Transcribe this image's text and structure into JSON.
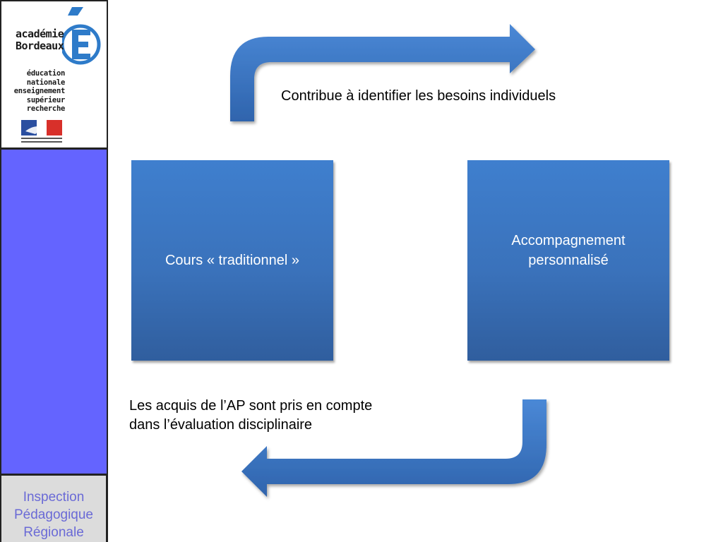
{
  "sidebar": {
    "logo": {
      "line1": "académie",
      "line2": "Bordeaux",
      "lines": [
        "éducation",
        "nationale",
        "enseignement",
        "supérieur",
        "recherche"
      ]
    },
    "footer": [
      "Inspection",
      "Pédagogique",
      "Régionale"
    ]
  },
  "diagram": {
    "box_left": "Cours « traditionnel »",
    "box_right": "Accompagnement personnalisé",
    "caption_top": "Contribue à identifier les besoins individuels",
    "caption_bottom_line1": "Les acquis de l’AP sont pris en compte",
    "caption_bottom_line2": "dans l’évaluation disciplinaire"
  },
  "colors": {
    "sidebar_blue": "#6464ff",
    "box_blue": "#3a72bb",
    "arrow_blue": "#3d78c6",
    "footer_text": "#6a6ad6"
  }
}
